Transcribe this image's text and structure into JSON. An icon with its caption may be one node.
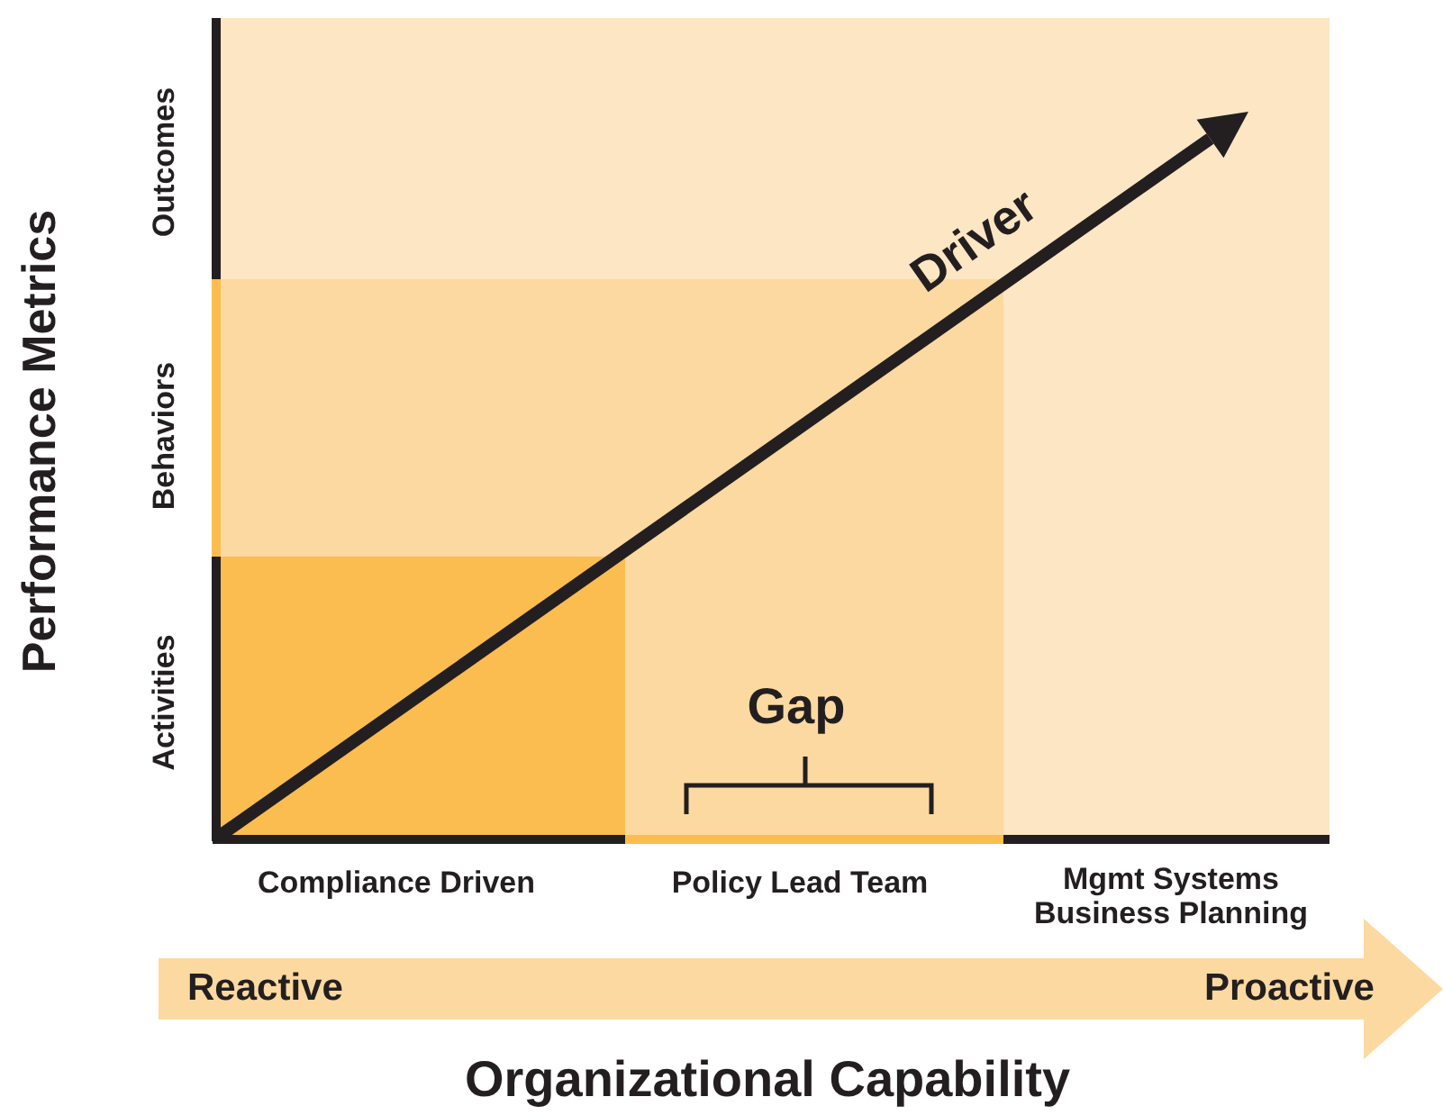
{
  "diagram": {
    "nodes": [
      {
        "text": [
          "Reactive",
          "Proactive"
        ]
      }
    ],
    "labels": [
      "Outcomes",
      "Behaviors",
      "Activities",
      "Performance Metrics",
      "Driver",
      "Gap",
      "Compliance Driven",
      "Policy Lead Team",
      "Mgmt Systems Business Planning",
      "Organizational Capability"
    ]
  }
}
